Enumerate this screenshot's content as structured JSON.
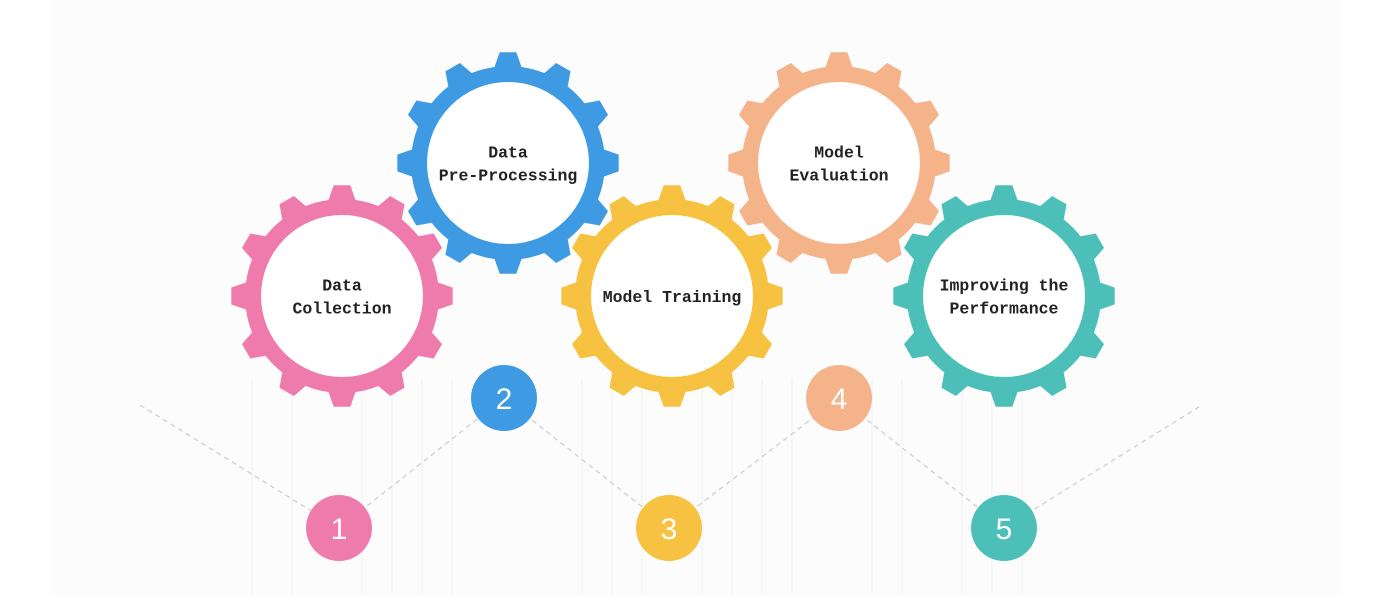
{
  "steps": [
    {
      "number": "1",
      "label_lines": [
        "Data",
        "Collection"
      ],
      "color": "#ee7bab"
    },
    {
      "number": "2",
      "label_lines": [
        "Data",
        "Pre-Processing"
      ],
      "color": "#3e9be3"
    },
    {
      "number": "3",
      "label_lines": [
        "Model Training"
      ],
      "color": "#f7c241"
    },
    {
      "number": "4",
      "label_lines": [
        "Model",
        "Evaluation"
      ],
      "color": "#f5b38a"
    },
    {
      "number": "5",
      "label_lines": [
        "Improving the",
        "Performance"
      ],
      "color": "#4cc0b8"
    }
  ],
  "colors": {
    "connector": "#cfcfcf",
    "guide": "#f0f0f2",
    "gear_inner": "#ffffff",
    "text": "#222222"
  }
}
